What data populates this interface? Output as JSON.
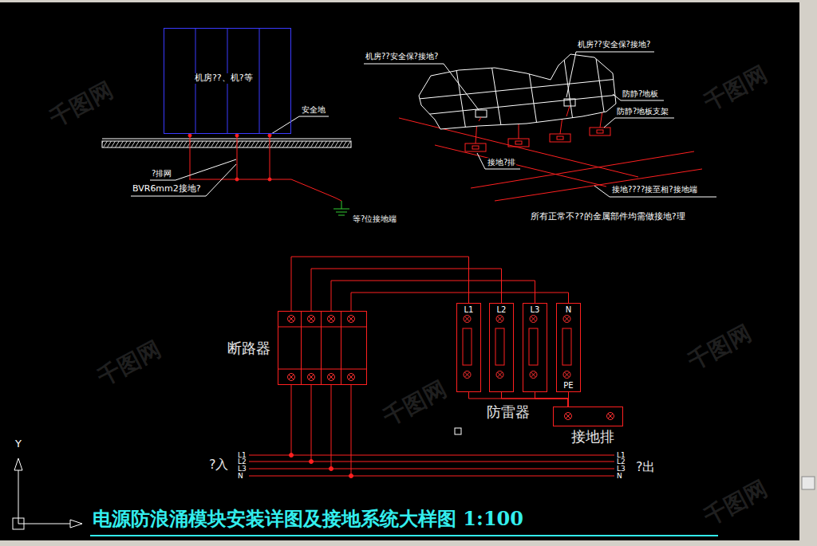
{
  "diagram": {
    "title": "电源防浪涌模块安装详图及接地系统大样图 1:100",
    "nodes": [
      {
        "text": [
          "机房??、机?等"
        ]
      },
      {
        "text": [
          "断路器"
        ]
      },
      {
        "text": [
          "L1"
        ]
      },
      {
        "text": [
          "L2"
        ]
      },
      {
        "text": [
          "L3"
        ]
      },
      {
        "text": [
          "N",
          "PE"
        ]
      },
      {
        "text": [
          "接地排"
        ]
      }
    ],
    "edges": [
      {
        "from": 1,
        "to": 2,
        "arrow": "none"
      },
      {
        "from": 1,
        "to": 3,
        "arrow": "none"
      },
      {
        "from": 1,
        "to": 4,
        "arrow": "none"
      },
      {
        "from": 1,
        "to": 5,
        "arrow": "none"
      },
      {
        "from": 2,
        "to": 6,
        "arrow": "none"
      },
      {
        "from": 3,
        "to": 6,
        "arrow": "none"
      },
      {
        "from": 4,
        "to": 6,
        "arrow": "none"
      },
      {
        "from": 5,
        "to": 6,
        "arrow": "none"
      }
    ],
    "labels": [
      "安全地",
      "?排网",
      "BVR6mm2接地?",
      "等?位接地端",
      "机房??安全保?接地?",
      "机房??安全保?接地?",
      "防静?地板",
      "防静?地板支架",
      "接地?排",
      "接地????接至相?接地端",
      "所有正常不??的金属部件均需做接地?理",
      "防雷器",
      "?入",
      "L1",
      "L2",
      "L3",
      "N",
      "L1",
      "L2",
      "L3",
      "N",
      "?出",
      "Y",
      "千图网",
      "千图网",
      "千图网",
      "千图网",
      "千图网",
      "千图网"
    ]
  }
}
